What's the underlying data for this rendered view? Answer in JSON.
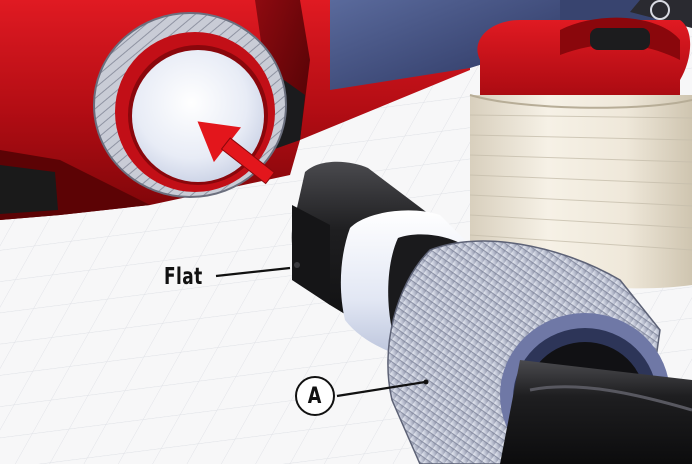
{
  "callouts": {
    "flat_label": "Flat",
    "a_label": "A"
  },
  "icons": [
    "red-direction-arrow",
    "callout-circle"
  ],
  "colors": {
    "housing_red": "#c8101a",
    "arrow_red": "#e3161c",
    "filter_white": "#eef1f8",
    "cartridge_black": "#1c1c1e",
    "cap_cream": "#efe8da",
    "background": "#f7f7f8"
  }
}
